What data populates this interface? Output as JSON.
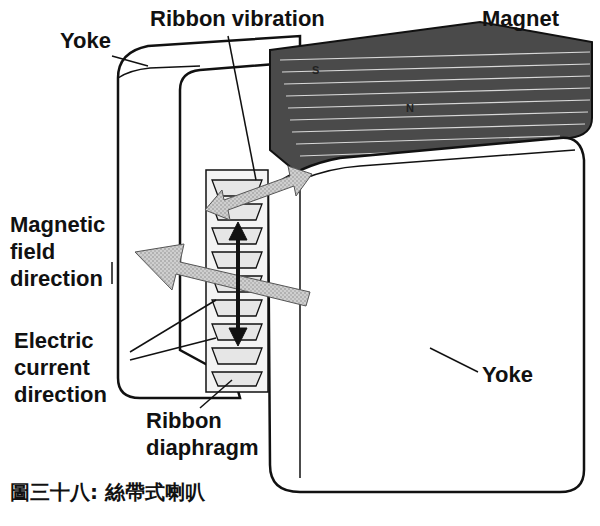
{
  "diagram": {
    "caption": "圖三十八: 絲帶式喇叭",
    "labels": [
      "Ribbon vibration",
      "Magnet",
      "Yoke",
      "S",
      "N",
      "Magnetic field direction",
      "Electric current direction",
      "Ribbon diaphragm",
      "Yoke"
    ]
  }
}
